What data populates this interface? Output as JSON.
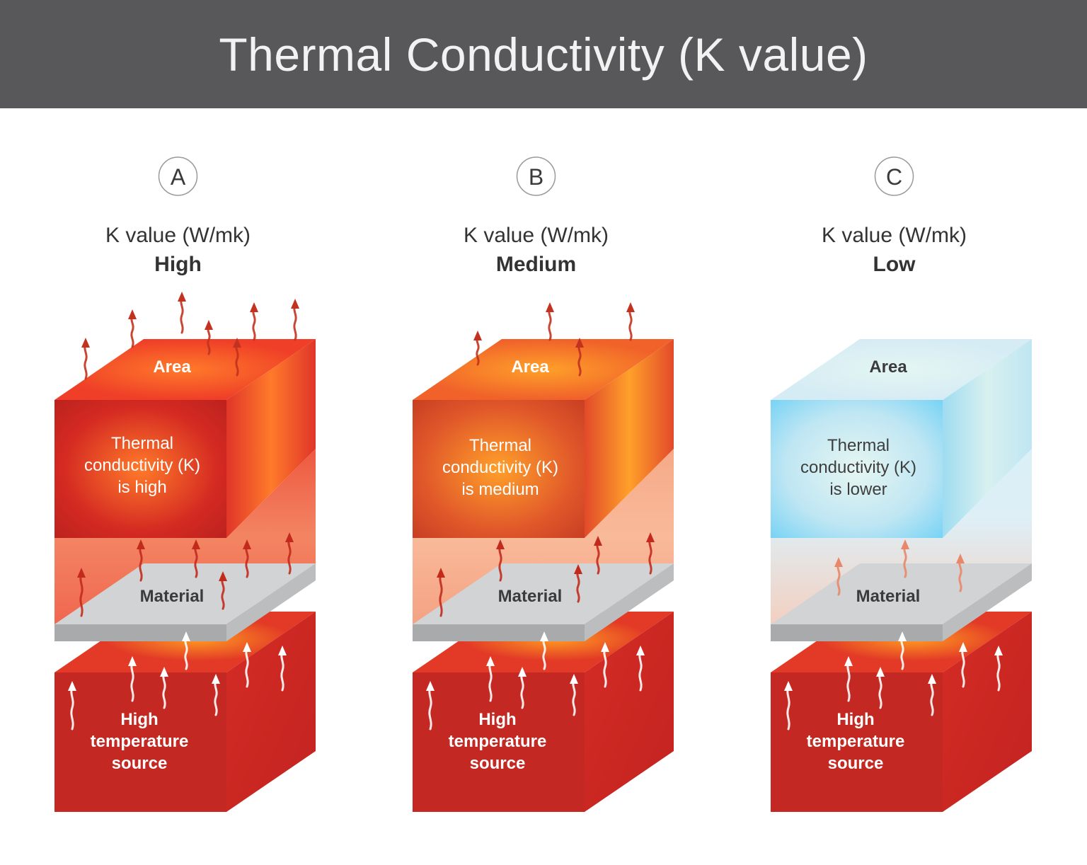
{
  "title": "Thermal Conductivity (K value)",
  "panels": [
    {
      "badge": "A",
      "k_label": "K value (W/mk)",
      "k_level": "High",
      "area_label": "Area",
      "description": [
        "Thermal",
        "conductivity (K)",
        "is high"
      ],
      "material_label": "Material",
      "source_label": [
        "High",
        "temperature",
        "source"
      ],
      "theme": "hot",
      "colors": {
        "front": "#d42a22",
        "top": "#ef3f28",
        "side": "#e0352a",
        "glow": "#ff7a2a",
        "arrow": "#c8321e"
      }
    },
    {
      "badge": "B",
      "k_label": "K value (W/mk)",
      "k_level": "Medium",
      "area_label": "Area",
      "description": [
        "Thermal",
        "conductivity (K)",
        "is medium"
      ],
      "material_label": "Material",
      "source_label": [
        "High",
        "temperature",
        "source"
      ],
      "theme": "warm",
      "colors": {
        "front": "#e0572a",
        "top": "#f0622a",
        "side": "#e24a2a",
        "glow": "#ffa02a",
        "arrow": "#c8321e"
      }
    },
    {
      "badge": "C",
      "k_label": "K value (W/mk)",
      "k_level": "Low",
      "area_label": "Area",
      "description": [
        "Thermal",
        "conductivity (K)",
        "is lower"
      ],
      "material_label": "Material",
      "source_label": [
        "High",
        "temperature",
        "source"
      ],
      "theme": "cool",
      "colors": {
        "front": "#6dd0f5",
        "top": "#d6ecf4",
        "side": "#b6e3ef",
        "glow": "#e4f6f3",
        "arrow": "#e8876a"
      }
    }
  ],
  "source_block_colors": {
    "front": "#c42822",
    "top": "#e23a26",
    "side": "#d52c25",
    "glow": "#ff9a22",
    "heat_arrow": "#ffffff"
  },
  "material_colors": {
    "top": "#d2d3d5",
    "front": "#a9aaac",
    "side": "#bcbdbf"
  }
}
